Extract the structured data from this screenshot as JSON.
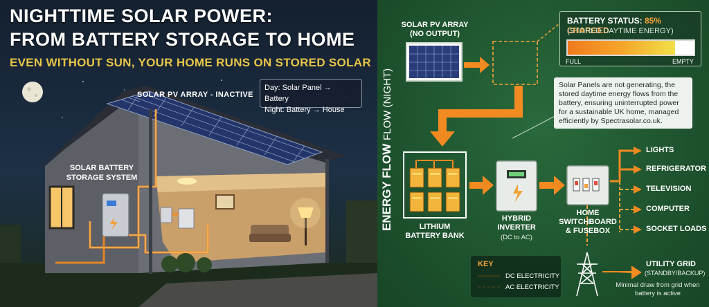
{
  "header": {
    "title_line1": "NIGHTTIME SOLAR POWER:",
    "title_line2": "FROM BATTERY STORAGE TO HOME",
    "subtitle": "EVEN WITHOUT SUN, YOUR HOME RUNS ON STORED SOLAR"
  },
  "scene": {
    "pv_label": "SOLAR PV ARRAY - INACTIVE",
    "battery_label": "SOLAR BATTERY STORAGE SYSTEM",
    "legend_day": "Day: Solar Panel → Battery",
    "legend_night": "Night: Battery → House"
  },
  "diagram": {
    "vertical_title_bold": "ENERGY FLOW",
    "vertical_title_thin": "FLOW (NIGHT)",
    "pv_array": {
      "label": "SOLAR PV ARRAY",
      "sub": "(NO OUTPUT)"
    },
    "status": {
      "title": "BATTERY STATUS: ",
      "percent_text": "85% CHARGED",
      "level": 0.85,
      "subtitle": "(STORED DAYTIME ENERGY)",
      "full_label": "FULL",
      "empty_label": "EMPTY"
    },
    "note": "Solar Panels are not generating, the stored daytime energy flows from the battery, ensuring uninterrupted power for a sustainable UK home, managed efficiently by Spectrasolar.co.uk.",
    "battery_bank": {
      "label_line1": "LITHIUM",
      "label_line2": "BATTERY BANK"
    },
    "inverter": {
      "label_line1": "HYBRID",
      "label_line2": "INVERTER",
      "sub": "(DC to AC)"
    },
    "switchboard": {
      "label_line1": "HOME",
      "label_line2": "SWITCHBOARD",
      "label_line3": "& FUSEBOX"
    },
    "loads": [
      "LIGHTS",
      "REFRIGERATOR",
      "TELEVISION",
      "COMPUTER",
      "SOCKET LOADS"
    ],
    "key": {
      "title": "KEY",
      "dc": "DC ELECTRICITY",
      "ac": "AC ELECTRICITY"
    },
    "grid": {
      "label": "UTILITY GRID",
      "sub": "(STANDBY/BACKUP)",
      "note": "Minimal draw from grid when battery is active"
    }
  },
  "colors": {
    "dc_line": "#f28a22",
    "ac_line": "#f2a23b",
    "accent_yellow": "#e8c547",
    "panel_green": "#1f5530"
  }
}
